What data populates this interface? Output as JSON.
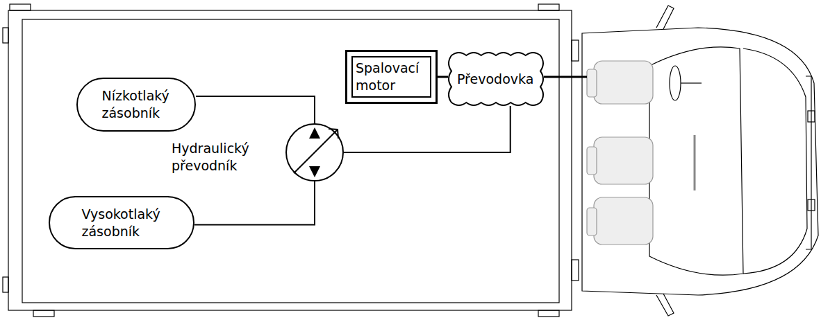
{
  "diagram": {
    "nodes": [
      {
        "text": [
          "Nízkotlaký zásobník"
        ]
      },
      {
        "text": [
          "Spalovací motor"
        ]
      },
      {
        "text": [
          "Převodovka"
        ]
      },
      {
        "text": [
          "Hydraulický převodník"
        ]
      },
      {
        "text": [
          "Vysokotlaký zásobník"
        ]
      }
    ],
    "edges": [
      {
        "from": 0,
        "to": 3,
        "arrow": "none"
      },
      {
        "from": 4,
        "to": 3,
        "arrow": "none"
      },
      {
        "from": 3,
        "to": 2,
        "arrow": "none"
      },
      {
        "from": 1,
        "to": 2,
        "arrow": "none"
      }
    ]
  }
}
